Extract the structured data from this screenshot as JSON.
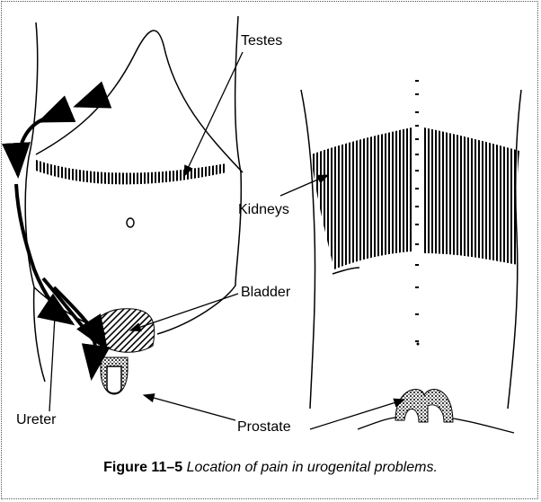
{
  "labels": {
    "testes": "Testes",
    "kidneys": "Kidneys",
    "bladder": "Bladder",
    "ureter": "Ureter",
    "prostate": "Prostate"
  },
  "caption": {
    "figure_number": "Figure 11–5",
    "text": "Location of pain in urogenital problems."
  },
  "colors": {
    "ink": "#000000",
    "frame": "#555555",
    "background": "#ffffff"
  }
}
